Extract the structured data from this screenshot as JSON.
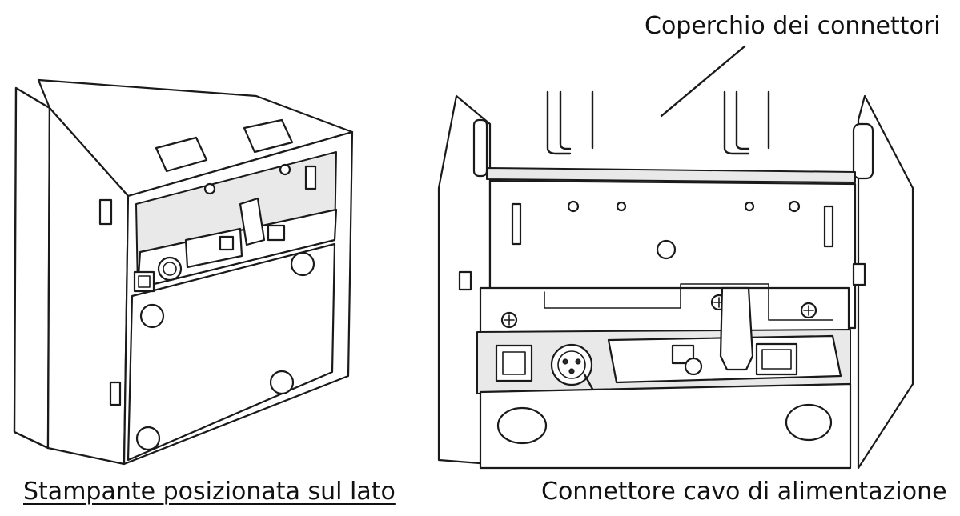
{
  "labels": {
    "connector_cover": "Coperchio dei connettori",
    "printer_side": "Stampante posizionata sul lato",
    "power_connector": "Connettore cavo di alimentazione"
  }
}
